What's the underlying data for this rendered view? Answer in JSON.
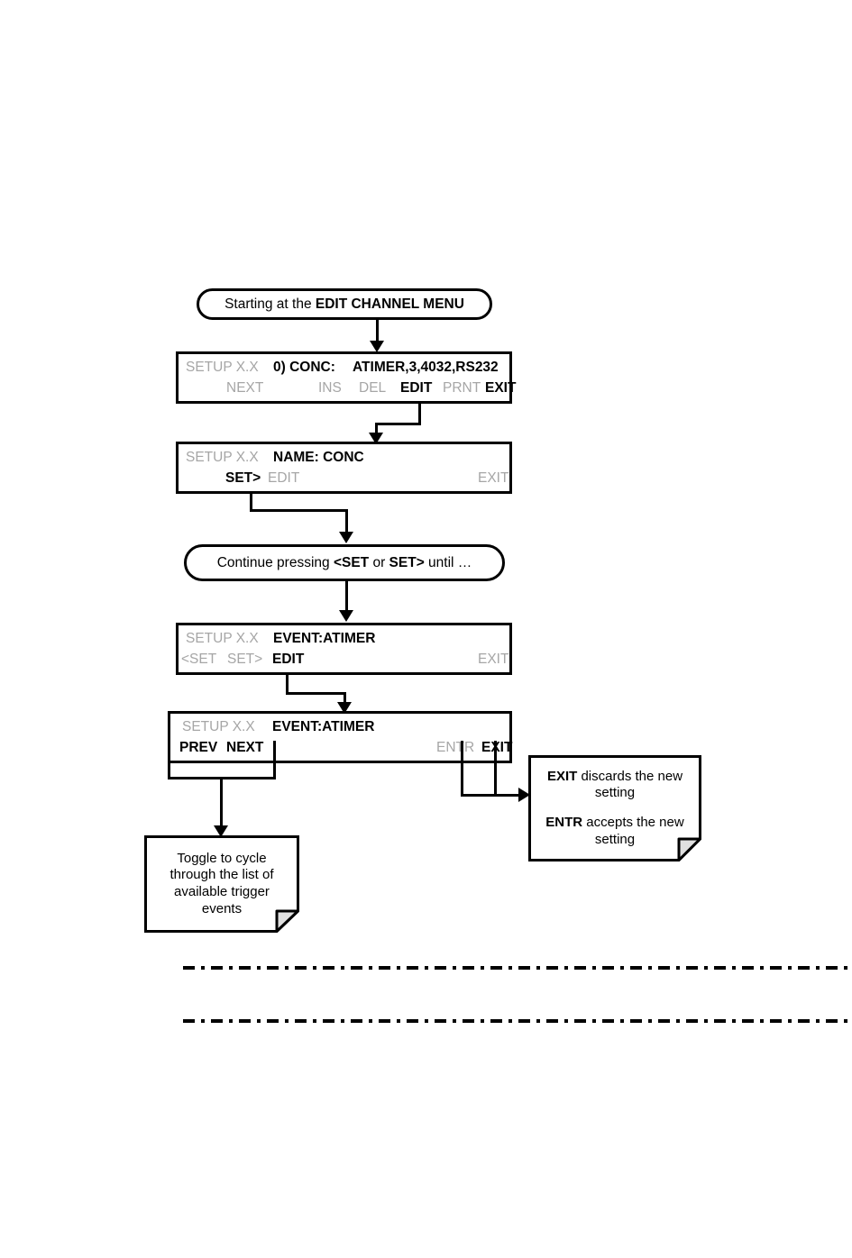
{
  "diagram": {
    "title": "EDIT CHANNEL MENU trigger event selection flow",
    "start_node": {
      "prefix": "Starting at the ",
      "emphasis": "EDIT CHANNEL MENU"
    },
    "continue_node": {
      "part1": "Continue pressing ",
      "key1": "<SET",
      "part2": " or ",
      "key2": "SET>",
      "part3": " until …"
    },
    "displays": [
      {
        "id": "conc-channel",
        "top": {
          "setup": "SETUP X.X",
          "label": "0) CONC:",
          "value": "ATIMER,3,4032,RS232"
        },
        "bottom": {
          "next": "NEXT",
          "ins": "INS",
          "del": "DEL",
          "edit": "EDIT",
          "prnt": "PRNT",
          "exit": "EXIT"
        }
      },
      {
        "id": "name-conc",
        "top": {
          "setup": "SETUP X.X",
          "label": "NAME: CONC"
        },
        "bottom": {
          "set_next": "SET>",
          "edit": "EDIT",
          "exit": "EXIT"
        }
      },
      {
        "id": "event-atimer-select",
        "top": {
          "setup": "SETUP X.X",
          "label": "EVENT:ATIMER"
        },
        "bottom": {
          "set_prev": "<SET",
          "set_next": "SET>",
          "edit": "EDIT",
          "exit": "EXIT"
        }
      },
      {
        "id": "event-atimer-edit",
        "top": {
          "setup": "SETUP X.X",
          "label": "EVENT:ATIMER"
        },
        "bottom": {
          "prev": "PREV",
          "next": "NEXT",
          "entr": "ENTR",
          "exit": "EXIT"
        }
      }
    ],
    "notes": [
      {
        "id": "toggle-note",
        "lines": [
          "Toggle to cycle",
          "through the list of",
          "available trigger",
          "events"
        ]
      },
      {
        "id": "exit-entr-note",
        "line1_key": "EXIT",
        "line1_rest": " discards the new setting",
        "line2_key": "ENTR",
        "line2_rest": " accepts the new setting"
      }
    ],
    "colors": {
      "ink": "#000000",
      "dimmed_text": "#a6a6a6",
      "page_background": "#ffffff",
      "note_fold": "#e0e0e0"
    }
  }
}
